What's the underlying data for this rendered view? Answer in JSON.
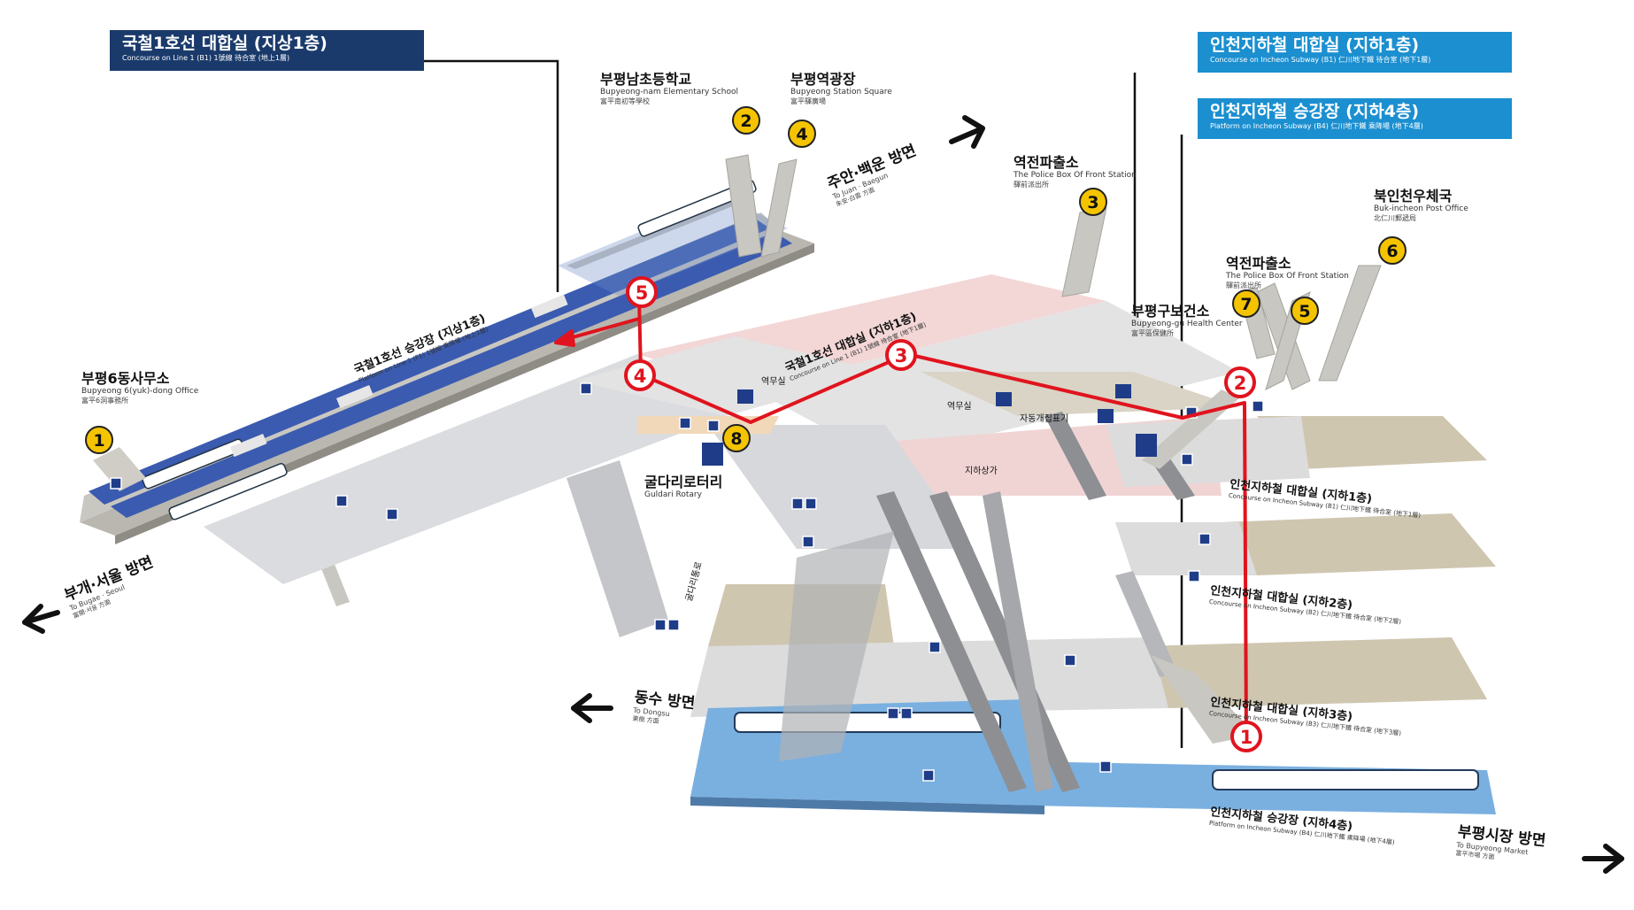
{
  "colors": {
    "header_navy": "#1a3a6b",
    "header_cyan": "#1b8fd0",
    "platform_blue": "#3b5bb0",
    "platform_light_blue": "#7ab0e0",
    "route_red": "#e0141e",
    "exit_yellow": "#f5c400",
    "concourse_grey": "#d9dcdf",
    "concourse_pink": "#f3d6d6",
    "floor_tan": "#cfc6b0"
  },
  "headers": {
    "line1_concourse": {
      "ko": "국철1호선 대합실 (지상1층)",
      "en": "Concourse on Line 1 (B1)   1號線 待合室 (地上1層)"
    },
    "incheon_concourse": {
      "ko": "인천지하철 대합실 (지하1층)",
      "en": "Concourse on Incheon Subway (B1)   仁川地下鐵 待合室 (地下1層)"
    },
    "incheon_platform": {
      "ko": "인천지하철 승강장 (지하4층)",
      "en": "Platform on Incheon Subway (B4)   仁川地下鐵 乘降場 (地下4層)"
    }
  },
  "exits": [
    {
      "number": "1",
      "ko": "부평6동사무소",
      "en": "Bupyeong 6(yuk)-dong Office",
      "cn": "富平6洞事務所"
    },
    {
      "number": "2",
      "ko": "부평남초등학교",
      "en": "Bupyeong-nam Elementary School",
      "cn": "富平南初等學校"
    },
    {
      "number": "3",
      "ko": "역전파출소",
      "en": "The Police Box Of Front Station",
      "cn": "驛前派出所"
    },
    {
      "number": "4",
      "ko": "부평역광장",
      "en": "Bupyeong Station Square",
      "cn": "富平驛廣場"
    },
    {
      "number": "5",
      "ko": "역전파출소",
      "en": "The Police Box Of Front Station",
      "cn": "驛前派出所"
    },
    {
      "number": "6",
      "ko": "북인천우체국",
      "en": "Buk-incheon Post Office",
      "cn": "北仁川郵遞局"
    },
    {
      "number": "7",
      "ko": "부평구보건소",
      "en": "Bupyeong-gu Health Center",
      "cn": "富平區保健所"
    },
    {
      "number": "8",
      "ko": "굴다리로터리",
      "en": "Guldari Rotary",
      "cn": ""
    }
  ],
  "directions": {
    "juan": {
      "ko": "주안·백운 방면",
      "en": "To Juan · Baegun",
      "cn": "朱安·白雲 方面"
    },
    "seoul": {
      "ko": "부개·서울 방면",
      "en": "To Bugae · Seoul",
      "cn": "富開·서울 方面"
    },
    "dongsu": {
      "ko": "동수 방면",
      "en": "To Dongsu",
      "cn": "東樹 方面"
    },
    "market": {
      "ko": "부평시장 방면",
      "en": "To Bupyeong Market",
      "cn": "富平市場 方面"
    }
  },
  "levels": {
    "line1_platform": {
      "ko": "국철1호선 승강장 (지상1층)",
      "en": "Platform on Line 1 (F1)  1號線 乘降場 (地上1層)"
    },
    "line1_concourse_b1": {
      "ko": "국철1호선 대합실 (지하1층)",
      "en": "Concourse on Line 1 (B1)  1號線 待合室 (地下1層)"
    },
    "incheon_b1": {
      "ko": "인천지하철 대합실 (지하1층)",
      "en": "Concourse on Incheon Subway (B1)  仁川地下鐵 待合室 (地下1層)"
    },
    "incheon_b2": {
      "ko": "인천지하철 대합실 (지하2층)",
      "en": "Concourse on Incheon Subway (B2)  仁川地下鐵 待合室 (地下2層)"
    },
    "incheon_b3": {
      "ko": "인천지하철 대합실 (지하3층)",
      "en": "Concourse on Incheon Subway (B3)  仁川地下鐵 待合室 (地下3層)"
    },
    "incheon_b4": {
      "ko": "인천지하철 승강장 (지하4층)",
      "en": "Platform on Incheon Subway (B4)  仁川地下鐵 乘降場 (地下4層)"
    }
  },
  "small_labels": {
    "station_office_1": "역무실",
    "station_office_2": "역무실",
    "turnstile": "자동개집표기",
    "underground_mall": "지하상가",
    "guldari_passage": "굴다리통로"
  },
  "route": {
    "color": "#e0141e",
    "markers": [
      "1",
      "2",
      "3",
      "4",
      "5"
    ]
  }
}
